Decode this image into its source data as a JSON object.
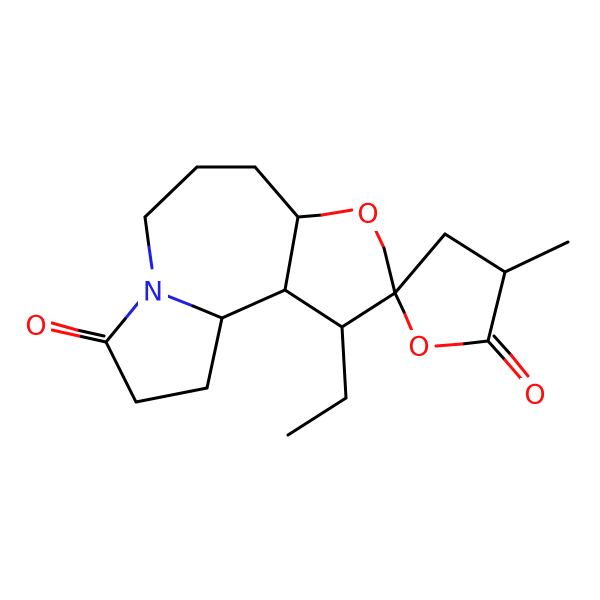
{
  "colors": {
    "background": "#ffffff",
    "carbon_bond": "#000000",
    "oxygen": "#ff0d0d",
    "nitrogen": "#2020e0"
  },
  "atoms": [
    {
      "id": "O1",
      "symbol": "O",
      "color": "oxygen"
    },
    {
      "id": "O2",
      "symbol": "O",
      "color": "oxygen"
    },
    {
      "id": "O3",
      "symbol": "O",
      "color": "oxygen"
    },
    {
      "id": "O4",
      "symbol": "O",
      "color": "oxygen"
    },
    {
      "id": "N1",
      "symbol": "N",
      "color": "nitrogen"
    }
  ]
}
